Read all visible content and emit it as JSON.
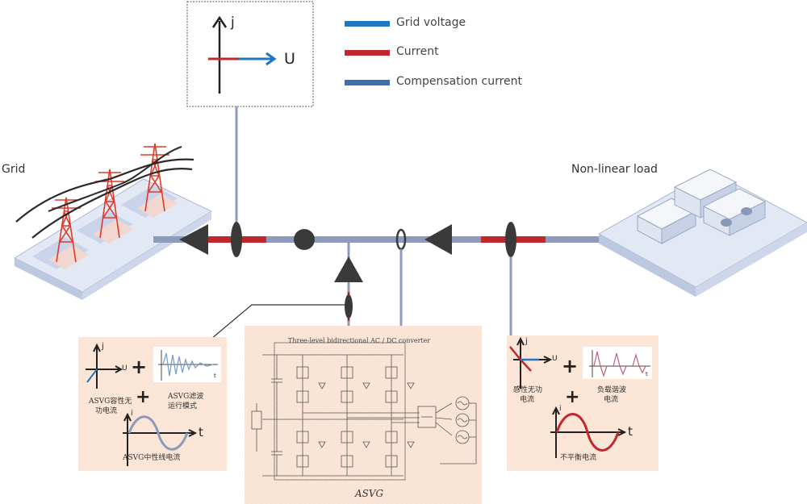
{
  "legend": [
    {
      "label": "Grid voltage",
      "color": "#1f77c2"
    },
    {
      "label": "Current",
      "color": "#c0282d"
    },
    {
      "label": "Compensation current",
      "color": "#3a6fb0"
    }
  ],
  "phasor_box": {
    "axis_j": "j",
    "axis_u": "U"
  },
  "labels": {
    "grid": "Grid",
    "load": "Non-linear load"
  },
  "left_panel": {
    "axis_j": "j",
    "axis_u": "U",
    "axis_t": "t",
    "axis_i": "i",
    "plus": "+",
    "cap_reactive_line1": "ASVG容性无",
    "cap_reactive_line2": "功电流",
    "filter_mode_line1": "ASVG滤波",
    "filter_mode_line2": "运行模式",
    "neutral_current": "ASVG中性线电流"
  },
  "converter_panel": {
    "header": "Three-level bidirectional AC / DC converter",
    "title": "ASVG"
  },
  "right_panel": {
    "axis_j": "j",
    "axis_u": "U",
    "axis_t": "t",
    "axis_i": "i",
    "plus": "+",
    "ind_reactive_line1": "感性无功",
    "ind_reactive_line2": "电流",
    "load_harmonic_line1": "负载谐波",
    "load_harmonic_line2": "电流",
    "unbalanced": "不平衡电流"
  },
  "colors": {
    "line": "#8e9bbd",
    "red": "#c0282d",
    "blue": "#1f77c2",
    "dark": "#3a3a3a",
    "panel": "#fbe5d6",
    "tower": "#e03a2a"
  }
}
